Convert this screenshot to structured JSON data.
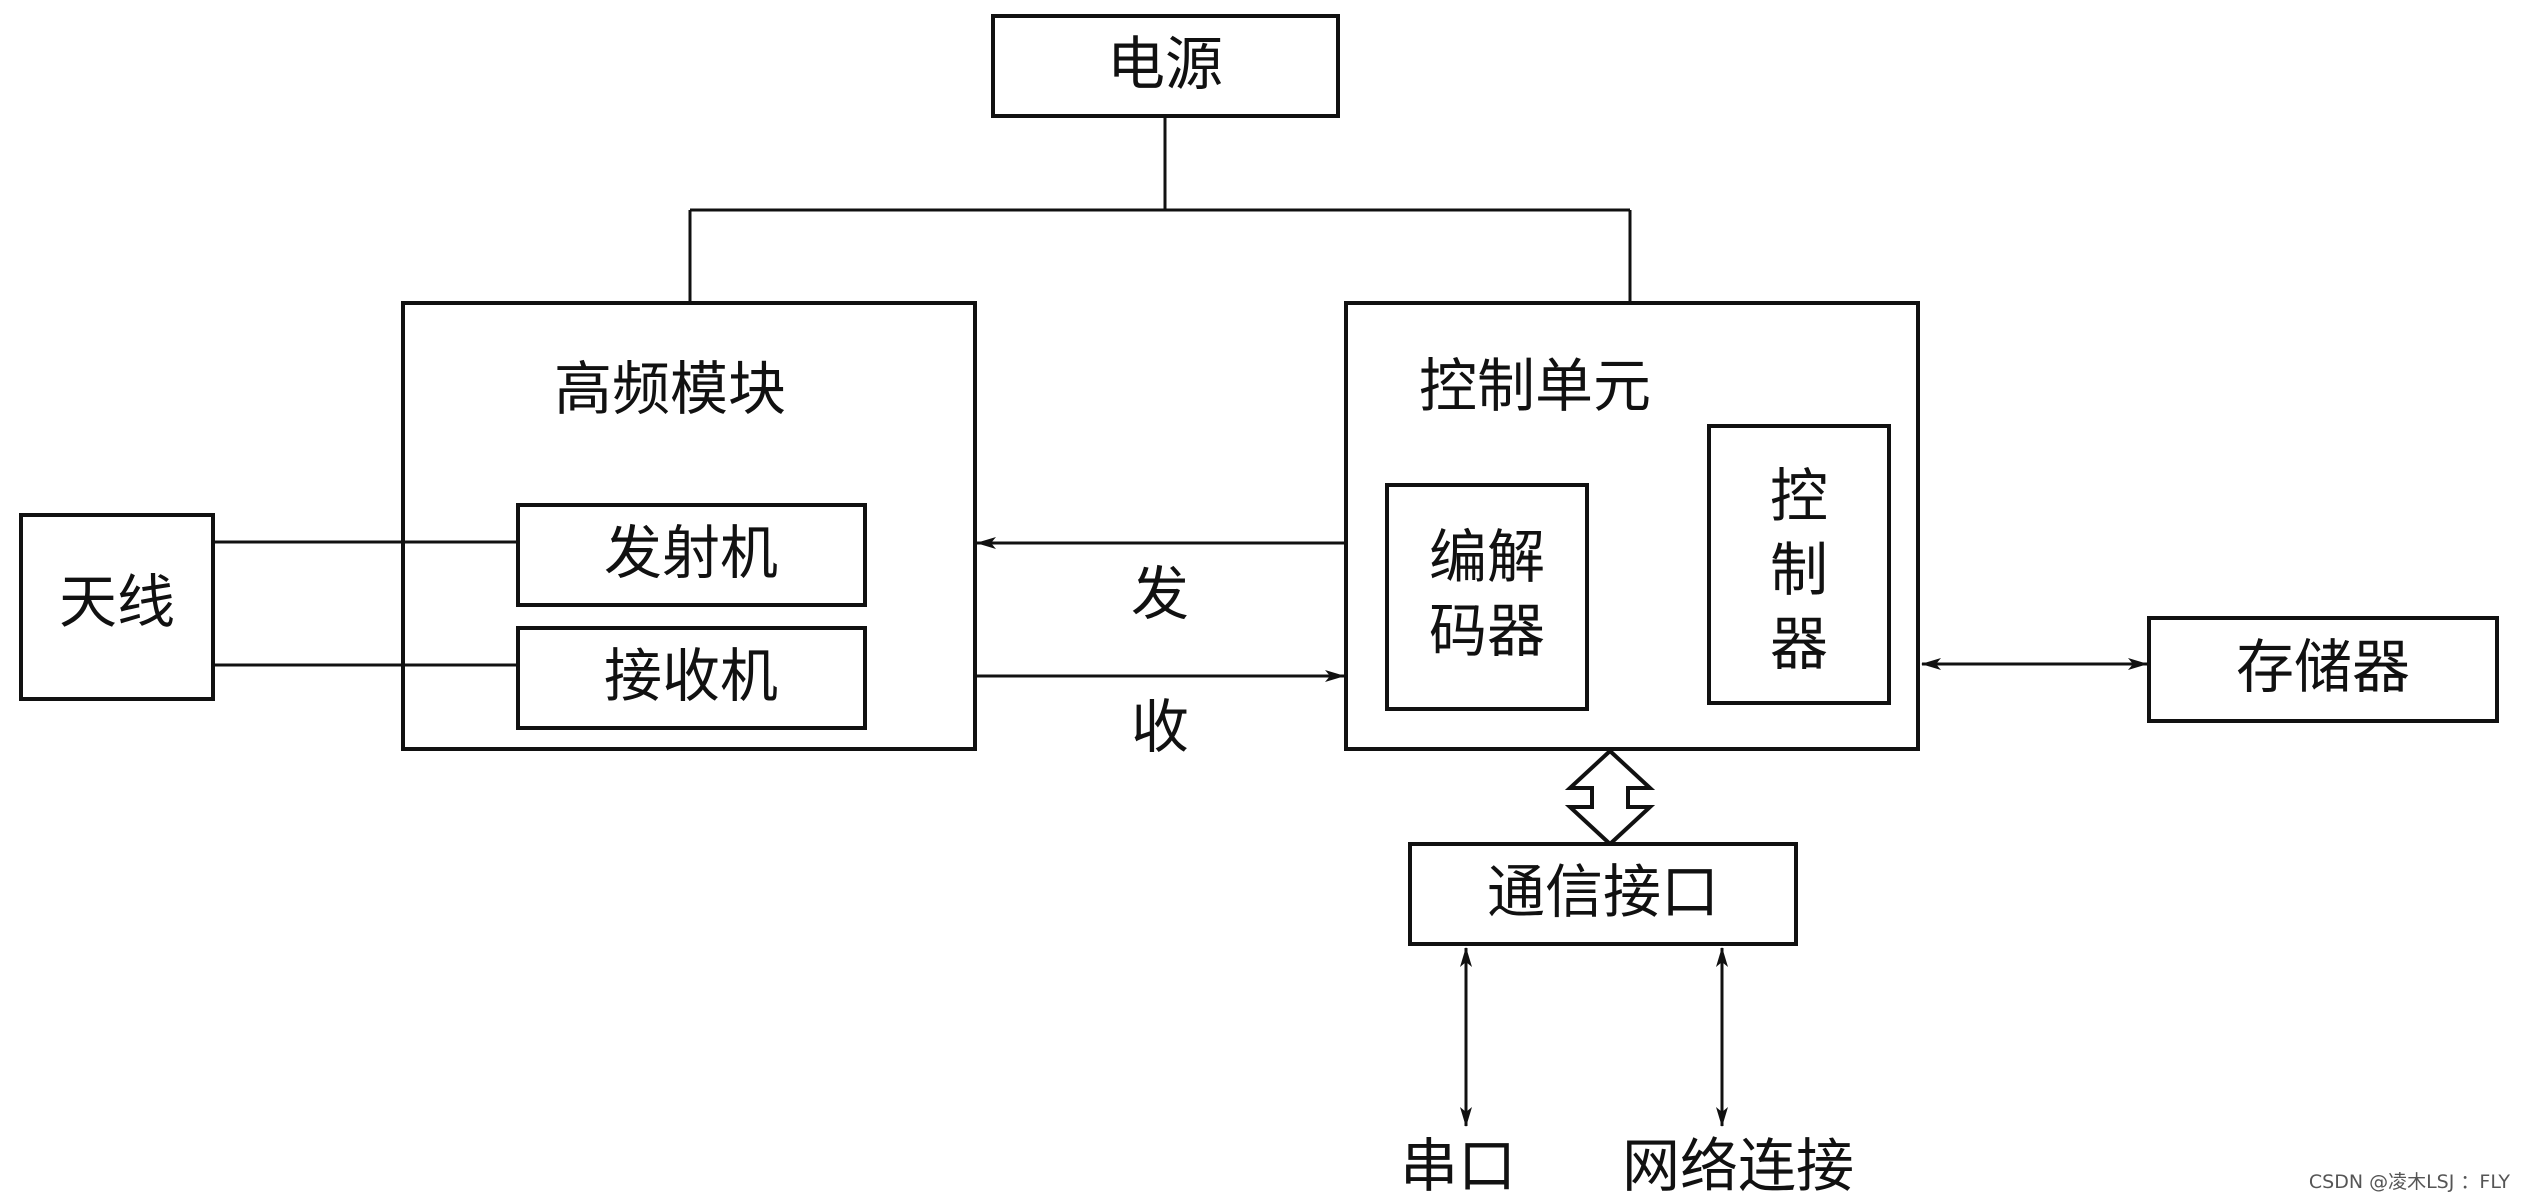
{
  "diagram": {
    "power": "电源",
    "rf_module": {
      "title": "高频模块",
      "transmitter": "发射机",
      "receiver": "接收机"
    },
    "antenna": "天线",
    "control_unit": {
      "title": "控制单元",
      "codec_line1": "编解",
      "codec_line2": "码器",
      "controller_chars": [
        "控",
        "制",
        "器"
      ]
    },
    "flow_labels": {
      "send": "发",
      "receive": "收"
    },
    "storage": "存储器",
    "comm_interface": "通信接口",
    "serial_port": "串口",
    "network": "网络连接"
  },
  "watermark": "CSDN @凌木LSJ ：FLY",
  "colors": {
    "stroke": "#111111",
    "background": "#ffffff"
  }
}
